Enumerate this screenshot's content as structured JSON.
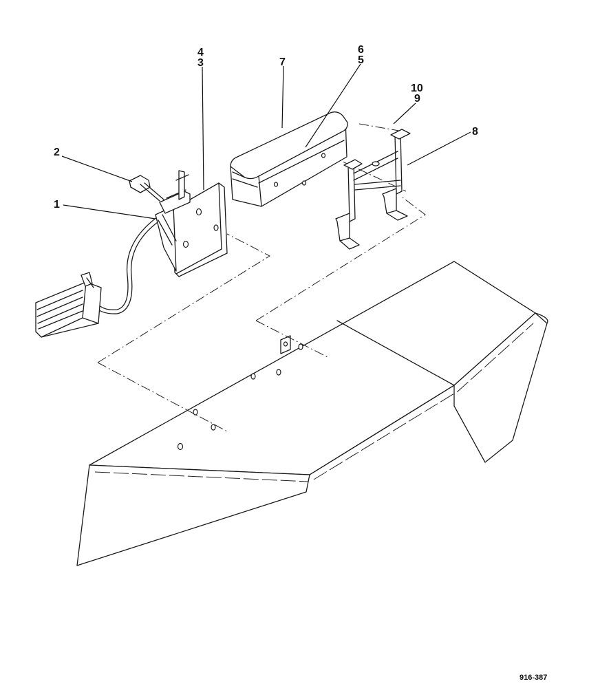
{
  "callouts": {
    "c1": "1",
    "c2": "2",
    "c3": "3",
    "c4": "4",
    "c5": "5",
    "c6": "6",
    "c7": "7",
    "c8": "8",
    "c9": "9",
    "c10": "10"
  },
  "reference_number": "916-387"
}
